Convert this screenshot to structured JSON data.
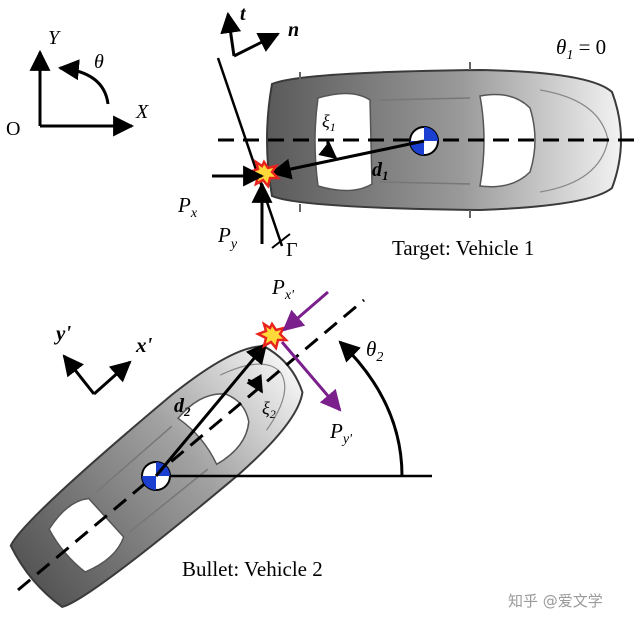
{
  "axes_frame": {
    "y_label": "Y",
    "x_label": "X",
    "origin_label": "O",
    "angle_label": "θ"
  },
  "target_frame": {
    "t_label": "t",
    "n_label": "n",
    "gamma_label": "Γ"
  },
  "vehicle1": {
    "caption": "Target: Vehicle 1",
    "heading": {
      "base": "θ",
      "sub": "1",
      "rest": " = 0"
    },
    "d_label": {
      "base": "d",
      "sub": "1"
    },
    "xi_label": {
      "base": "ξ",
      "sub": "1"
    },
    "px_label": {
      "base": "P",
      "sub": "x"
    },
    "py_label": {
      "base": "P",
      "sub": "y"
    }
  },
  "vehicle2": {
    "caption": "Bullet: Vehicle 2",
    "heading_label": {
      "base": "θ",
      "sub": "2"
    },
    "d_label": {
      "base": "d",
      "sub": "2"
    },
    "xi_label": {
      "base": "ξ",
      "sub": "2"
    },
    "px_label": {
      "base": "P",
      "sub": "x'"
    },
    "py_label": {
      "base": "P",
      "sub": "y'"
    },
    "frame_x_label": "x'",
    "frame_y_label": "y'"
  },
  "watermark": "知乎 @爱文学",
  "colors": {
    "force_arrow": "#7a1f8c",
    "cg_fill": "#1a3fd1",
    "impact": "#e8231e"
  }
}
